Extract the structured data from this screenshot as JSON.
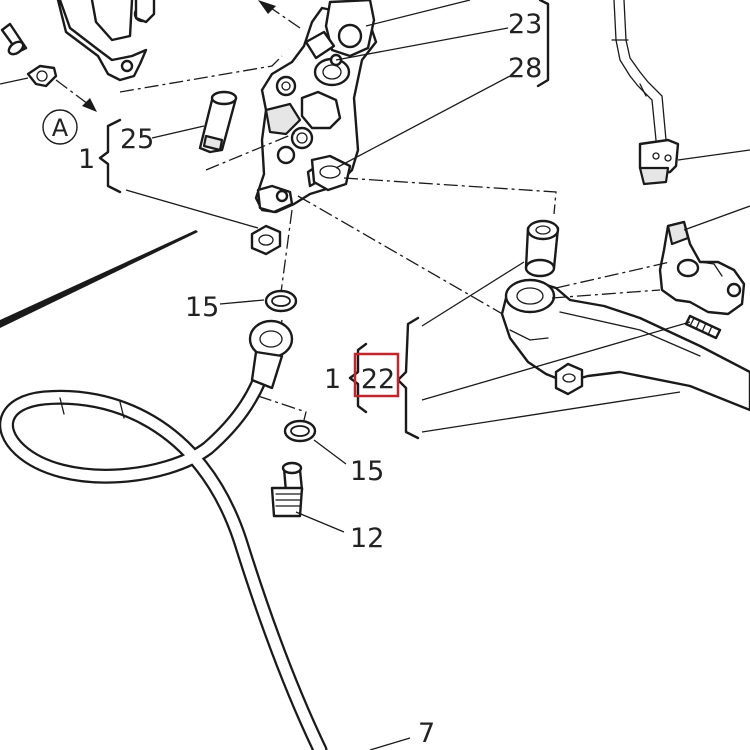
{
  "diagram": {
    "callouts": {
      "c23": "23",
      "c28": "28",
      "c25": "25",
      "c1_top": "1",
      "c15_upper": "15",
      "c15_lower": "15",
      "c12": "12",
      "c1_right": "1",
      "c22": "22",
      "c7": "7"
    },
    "view_marker": "A",
    "highlight_color": "#c0262d"
  }
}
